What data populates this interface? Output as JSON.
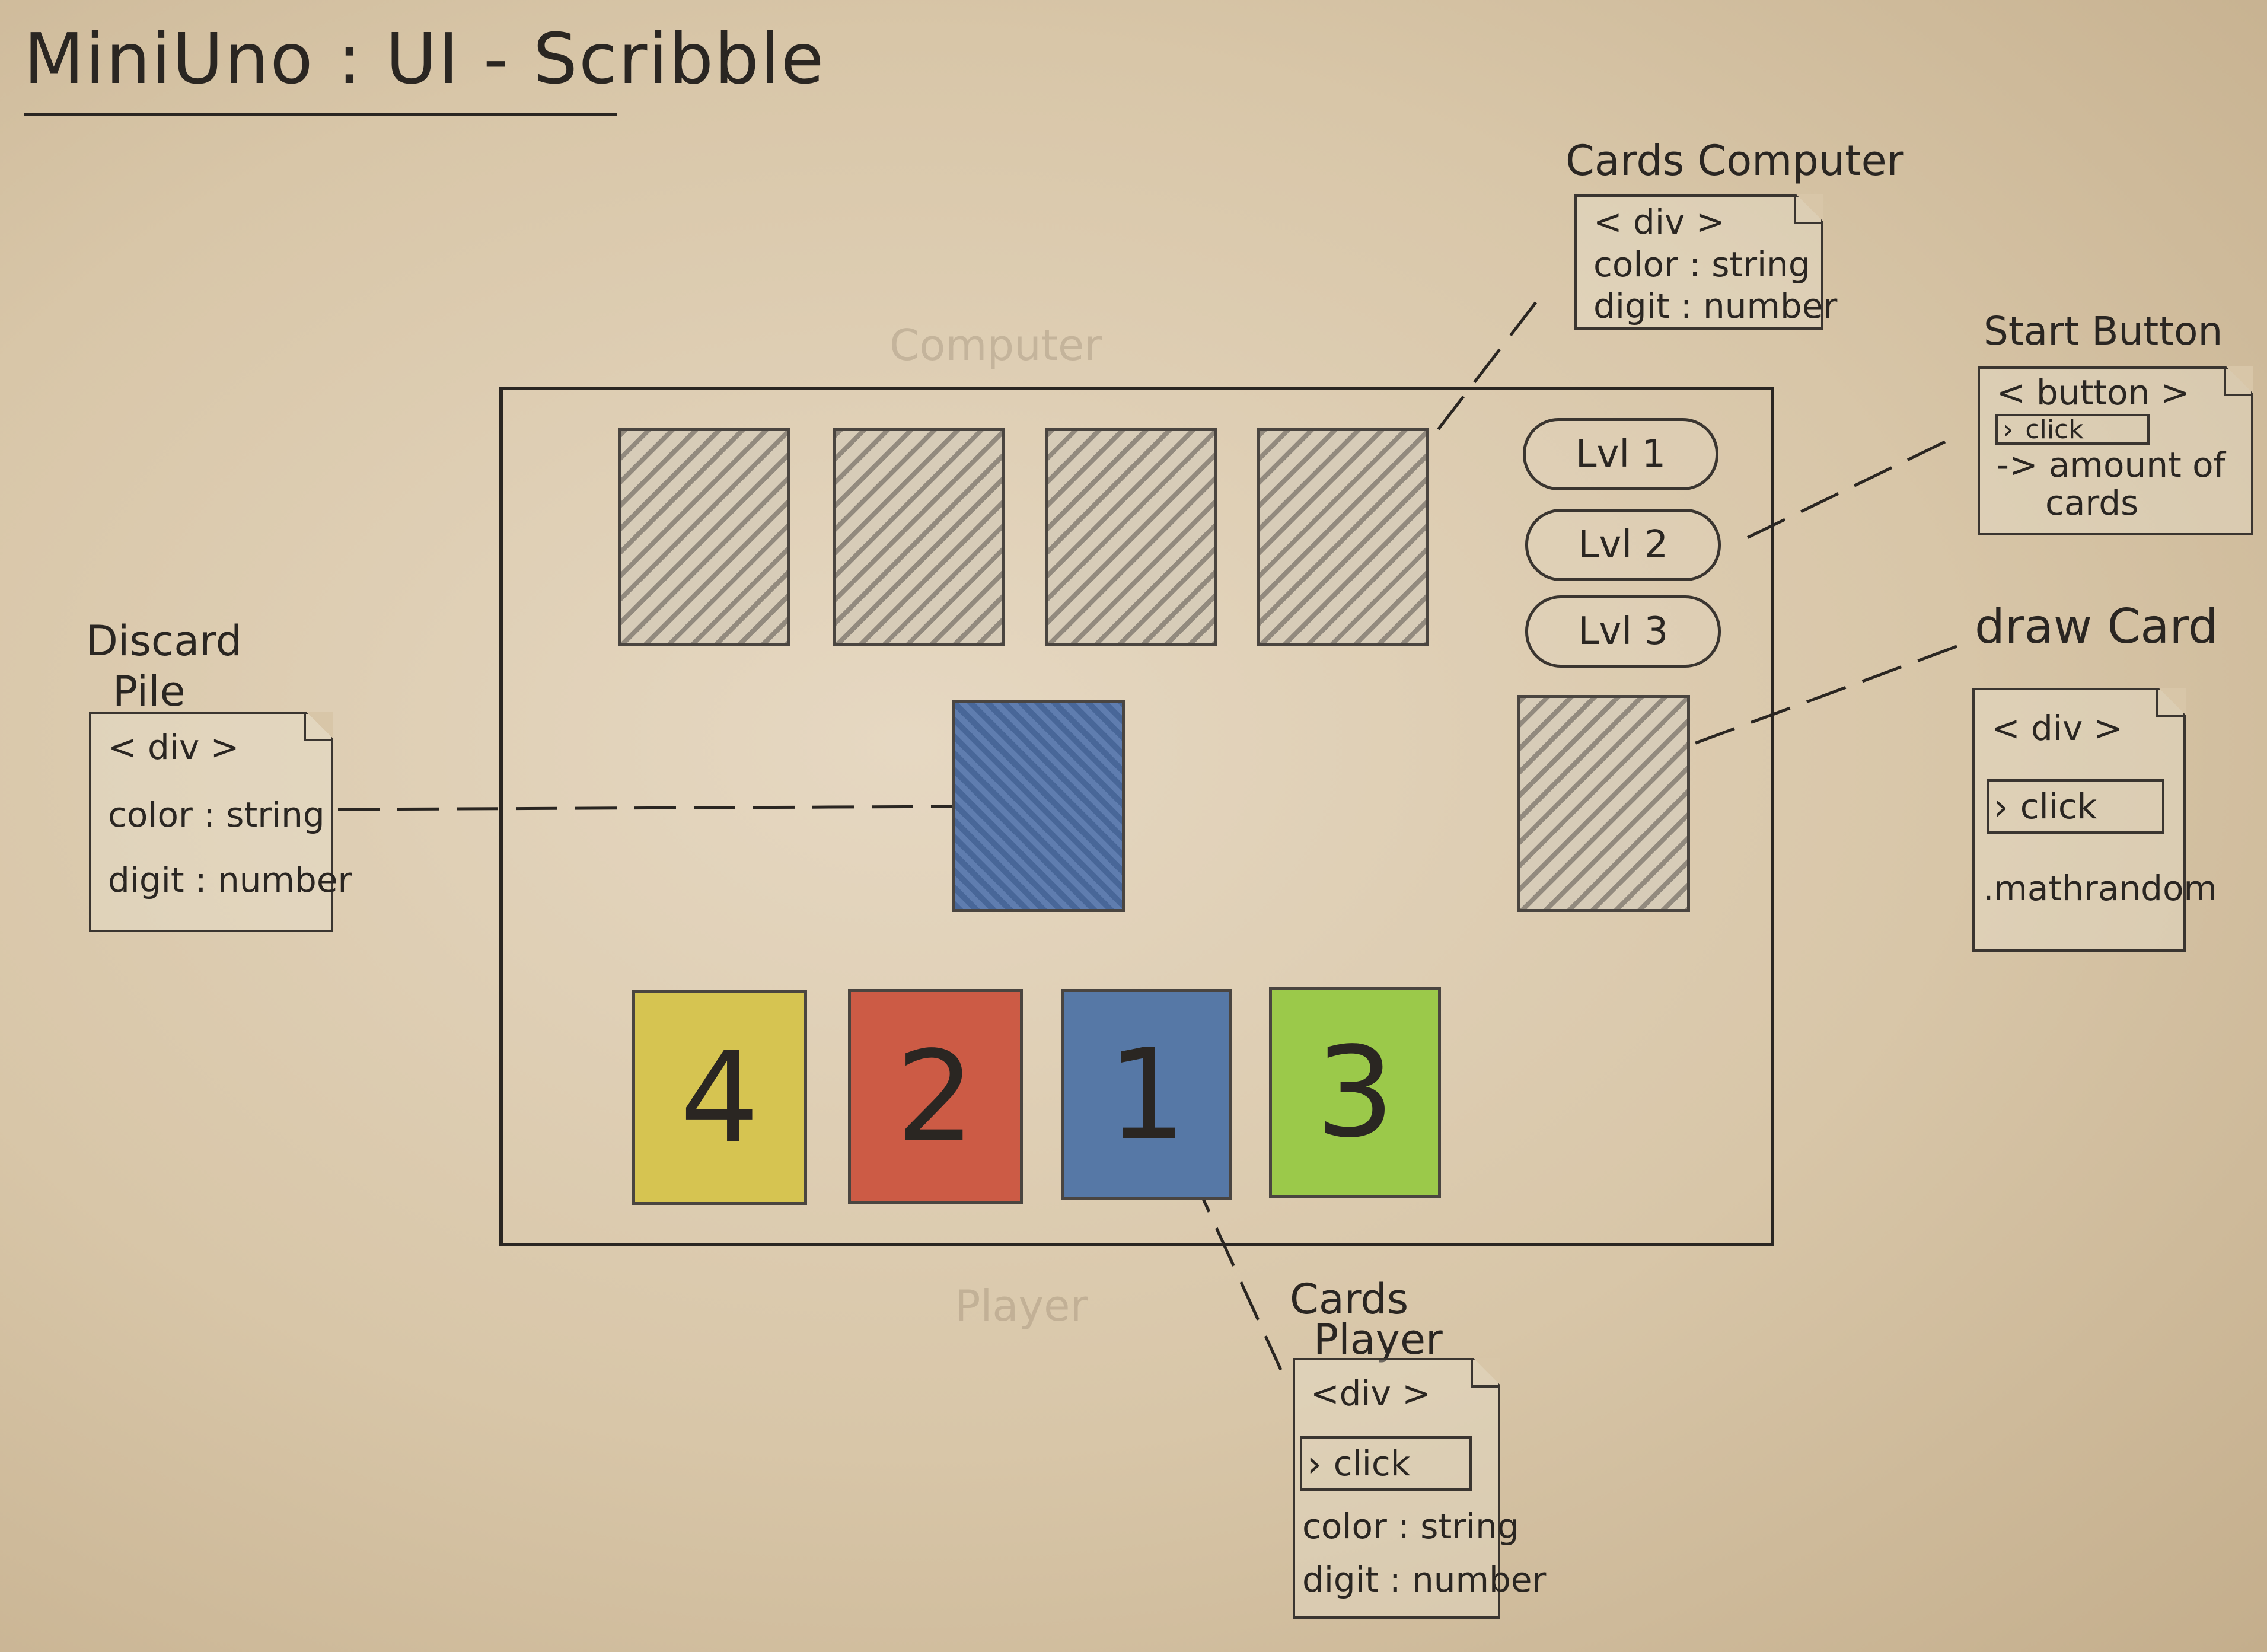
{
  "title": "MiniUno : UI - Scribble",
  "faded_marks": {
    "computer": "Computer",
    "player": "Player"
  },
  "computer_cards": [
    {
      "name": "computer-card-1"
    },
    {
      "name": "computer-card-2"
    },
    {
      "name": "computer-card-3"
    },
    {
      "name": "computer-card-4"
    }
  ],
  "levels": [
    "Lvl 1",
    "Lvl 2",
    "Lvl 3"
  ],
  "player_cards": [
    {
      "digit": "4",
      "color": "#d6c451"
    },
    {
      "digit": "2",
      "color": "#cc5b45"
    },
    {
      "digit": "1",
      "color": "#5678a6"
    },
    {
      "digit": "3",
      "color": "#9bc94a"
    }
  ],
  "discard_color": "#5f7fb0",
  "annotations": {
    "cards_computer": {
      "label": "Cards Computer",
      "lines": [
        "< div >",
        "color : string",
        "digit : number"
      ]
    },
    "start_button": {
      "label": "Start Button",
      "tag": "< button >",
      "click": "click",
      "lines": [
        "-> amount of",
        "cards"
      ]
    },
    "discard_pile": {
      "label_line1": "Discard",
      "label_line2": "Pile",
      "lines": [
        "< div >",
        "color : string",
        "digit : number"
      ]
    },
    "draw_card": {
      "label": "draw Card",
      "tag": "< div >",
      "click": "click",
      "extra": ".mathrandom"
    },
    "cards_player": {
      "label_line1": "Cards",
      "label_line2": "Player",
      "tag": "<div >",
      "click": "click",
      "lines": [
        "color : string",
        "digit : number"
      ]
    }
  }
}
